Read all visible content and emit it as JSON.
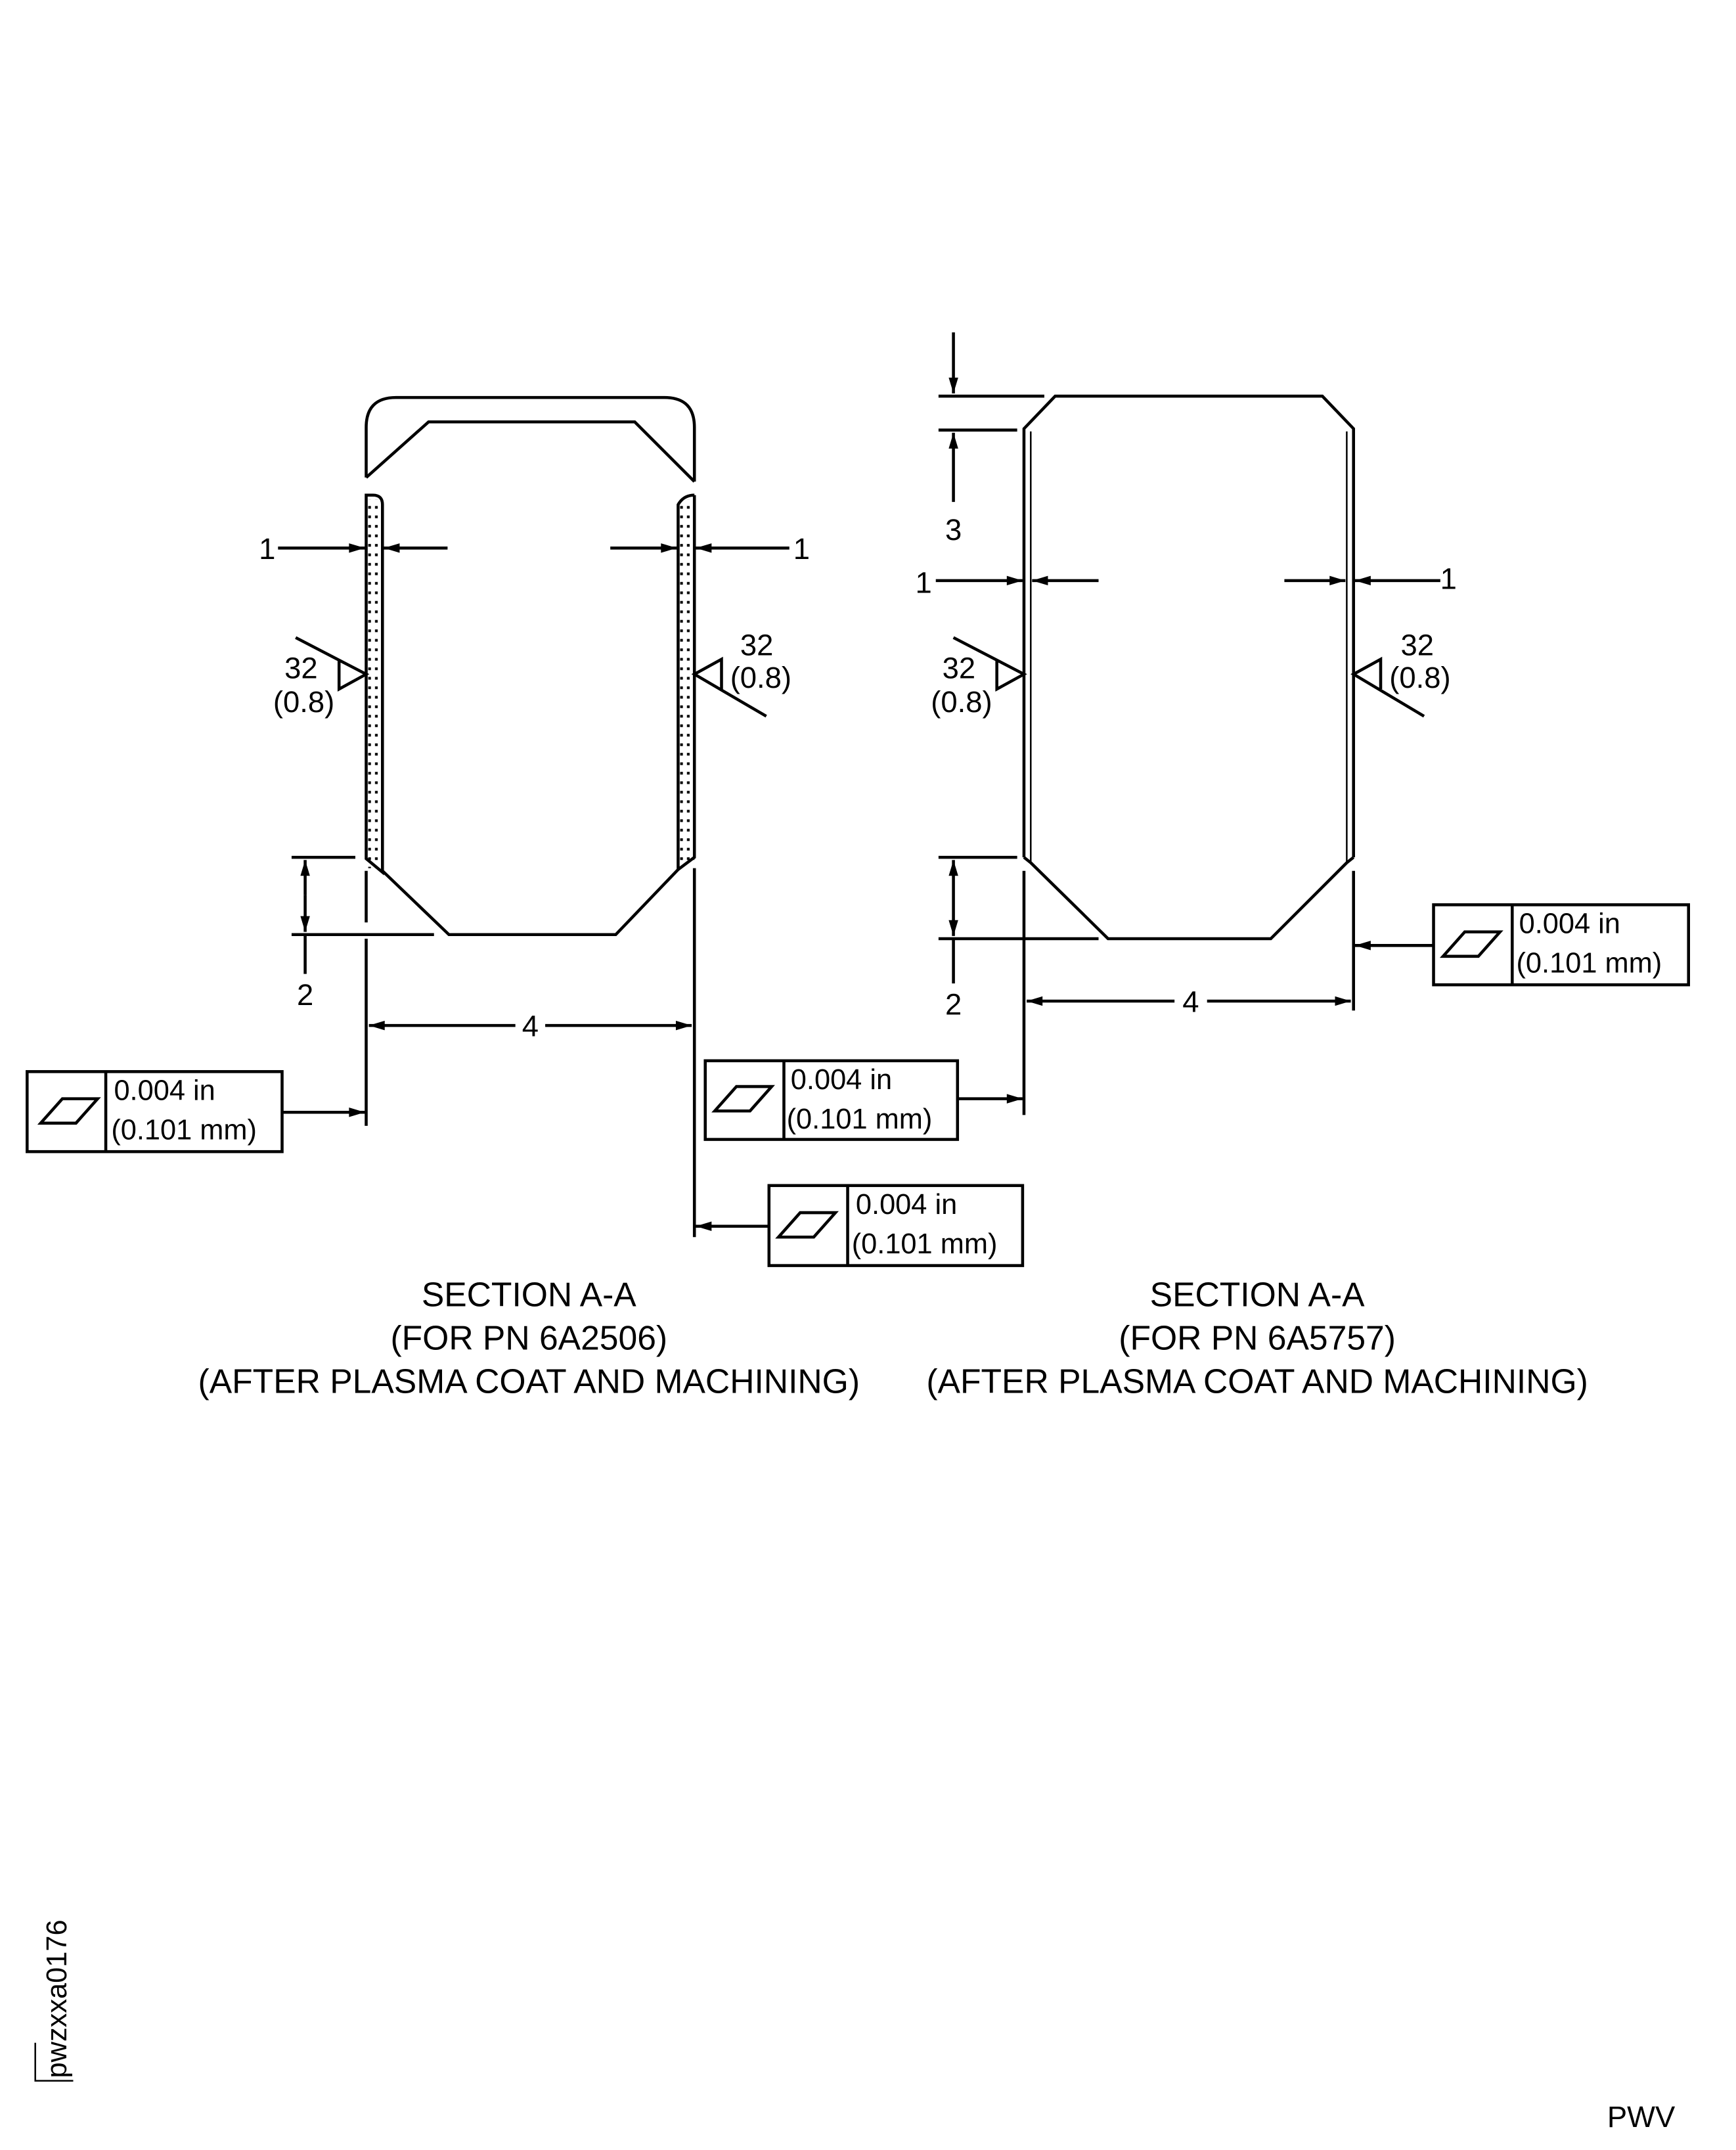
{
  "left_view": {
    "caption": [
      "SECTION A-A",
      "(FOR PN 6A2506)",
      "(AFTER PLASMA COAT AND MACHINING)"
    ],
    "dim_labels": {
      "coat_left": "1",
      "coat_right": "1",
      "chamfer": "2",
      "width": "4"
    },
    "surface_finish": {
      "value": "32",
      "metric": "(0.8)"
    },
    "tolerance_boxes": [
      {
        "symbol": "parallelogram-flatness-icon",
        "inch": "0.004 in",
        "mm": "(0.101 mm)"
      },
      {
        "symbol": "parallelogram-flatness-icon",
        "inch": "0.004 in",
        "mm": "(0.101 mm)"
      }
    ]
  },
  "right_view": {
    "caption": [
      "SECTION A-A",
      "(FOR PN 6A5757)",
      "(AFTER PLASMA COAT AND MACHINING)"
    ],
    "dim_labels": {
      "coat_left": "1",
      "coat_right": "1",
      "chamfer": "2",
      "top_chamfer": "3",
      "width": "4"
    },
    "surface_finish": {
      "value": "32",
      "metric": "(0.8)"
    },
    "tolerance_boxes": [
      {
        "symbol": "parallelogram-flatness-icon",
        "inch": "0.004 in",
        "mm": "(0.101 mm)"
      },
      {
        "symbol": "parallelogram-flatness-icon",
        "inch": "0.004 in",
        "mm": "(0.101 mm)"
      }
    ]
  },
  "figure_id": "pwzxxa0176",
  "corner_code": "PWV"
}
